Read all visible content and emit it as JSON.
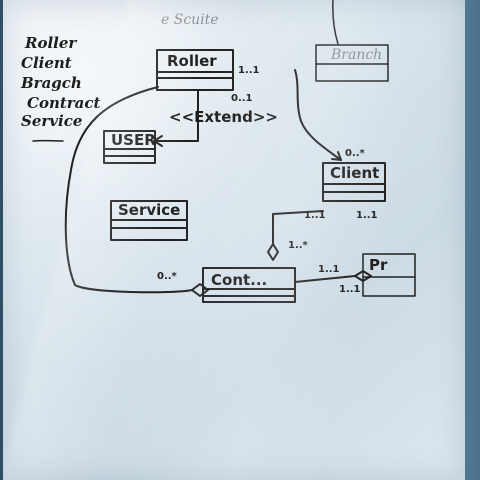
{
  "title": "e Scuite",
  "legend": [
    "Roller",
    "Client",
    "Bragch",
    "Contract",
    "Service"
  ],
  "classes": {
    "top": "Roller",
    "branch": "Branch",
    "user": "USER",
    "client": "Client",
    "service": "Service",
    "contract": "Cont...",
    "right_partial": "Pr"
  },
  "labels": {
    "extend": "<<Extend>>",
    "top_multiplicity": "1..1",
    "extend_multiplicity": "0..1",
    "client_multiplicity_top": "0..*",
    "client_multiplicity_left": "1..1",
    "client_multiplicity_right": "1..1",
    "contract_multiplicity_top": "1..*",
    "contract_multiplicity_left": "0..*",
    "contract_multiplicity_right_top": "1..1",
    "contract_multiplicity_right_bottom": "1..1"
  }
}
